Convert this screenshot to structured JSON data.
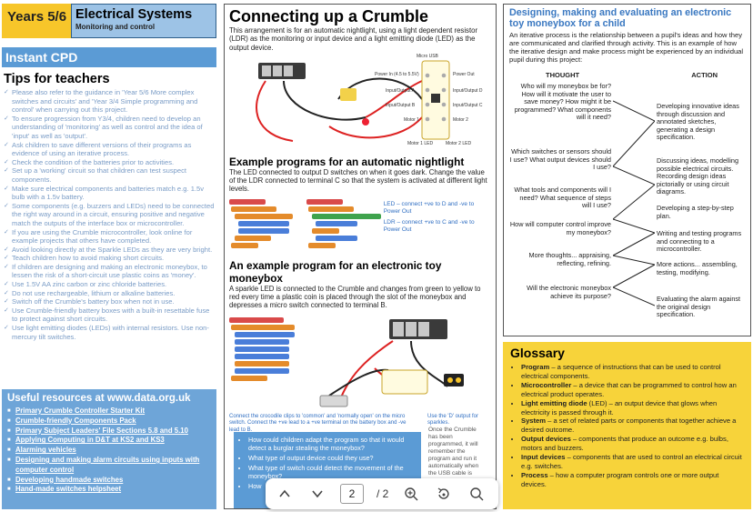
{
  "header": {
    "years": "Years 5/6",
    "title": "Electrical Systems",
    "subtitle": "Monitoring and control"
  },
  "instant_cpd": "Instant CPD",
  "tips": {
    "heading": "Tips for teachers",
    "items": [
      "Please also refer to the guidance in 'Year 5/6 More complex switches and circuits' and 'Year 3/4 Simple programming and control' when carrying out this project.",
      "To ensure progression from Y3/4, children need to develop an understanding of 'monitoring' as well as control and the idea of 'input' as well as 'output'.",
      "Ask children to save different versions of their programs as evidence of using an iterative process.",
      "Check the condition of the batteries prior to activities.",
      "Set up a 'working' circuit so that children can test suspect components.",
      "Make sure electrical components and batteries match e.g. 1.5v bulb with a 1.5v battery.",
      "Some components (e.g. buzzers and LEDs) need to be connected the right way around in a circuit, ensuring positive and negative match the outputs of the interface box or microcontroller.",
      "If you are using the Crumble microcontroller, look online for example projects that others have completed.",
      "Avoid looking directly at the Sparkle LEDs as they are very bright.",
      "Teach children how to avoid making short circuits.",
      "If children are designing and making an electronic moneybox, to lessen the risk of a short-circuit use plastic coins as 'money'.",
      "Use 1.5V AA zinc carbon or zinc chloride batteries.",
      "Do not use rechargeable, lithium or alkaline batteries.",
      "Switch off the Crumble's battery box when not in use.",
      "Use Crumble-friendly battery boxes with a built-in resettable fuse to protect against short circuits.",
      "Use light emitting diodes (LEDs) with internal resistors. Use non-mercury tilt switches."
    ]
  },
  "resources": {
    "heading": "Useful resources at www.data.org.uk",
    "links": [
      "Primary Crumble Controller Starter Kit",
      "Crumble-friendly Components Pack",
      "Primary Subject Leaders' File Sections 5.8 and 5.10",
      "Applying Computing in D&T at KS2 and KS3",
      "Alarming vehicles",
      "Designing and making alarm circuits using inputs with computer control",
      "Developing handmade switches",
      "Hand-made switches helpsheet"
    ]
  },
  "middle": {
    "title": "Connecting up a Crumble",
    "intro": "This arrangement is for an automatic nightlight, using a light dependent resistor (LDR) as the monitoring or input device and a light emitting diode (LED) as the output device.",
    "board_labels": {
      "usb": "Micro USB",
      "power_in": "Power In (4.5 to 5.5V)",
      "power_out": "Power Out",
      "in_out_a": "Input/Output A",
      "in_out_b": "Input/Output B",
      "in_out_c": "Input/Output C",
      "in_out_d": "Input/Output D",
      "motor1": "Motor 1",
      "motor2": "Motor 2",
      "motor1_led": "Motor 1 LED",
      "motor2_led": "Motor 2 LED"
    },
    "nightlight_heading": "Example programs for an automatic nightlight",
    "nightlight_text": "The LED connected to output D switches on when it goes dark. Change the value of the LDR connected to terminal C so that the system is activated at different light levels.",
    "led_note": "LED – connect +ve to D and -ve to Power Out",
    "ldr_note": "LDR – connect +ve to C and -ve to Power Out",
    "moneybox_heading": "An example program for an electronic toy moneybox",
    "moneybox_text": "A sparkle LED is connected to the Crumble and changes from green to yellow to red every time a plastic coin is placed through the slot of the moneybox and depresses a micro switch connected to terminal B.",
    "caption_left": "Connect the crocodile clips to 'common' and 'normally open' on the micro switch. Connect the +ve lead to a +ve terminal on the battery box and -ve lead to B.",
    "caption_right": "Use the 'D' output for sparkles.",
    "questions": [
      "How could children adapt the program so that it would detect a burglar stealing the moneybox?",
      "What type of output device could they use?",
      "What type of switch could detect the movement of the moneybox?",
      "How"
    ],
    "side_note": "Once the Crumble has been programmed, it will remember the program and run it automatically when the USB cable is"
  },
  "right": {
    "title": "Designing, making and evaluating an electronic toy moneybox for a child",
    "intro": "An iterative process is the relationship between a pupil's ideas and how they are communicated and clarified through activity. This is an example of how the iterative design and make process might be experienced by an individual pupil during this project:",
    "thought_header": "THOUGHT",
    "action_header": "ACTION",
    "thoughts": [
      "Who will my moneybox be for? How will it motivate the user to save money? How might it be programmed? What components will it need?",
      "Which switches or sensors should I use? What output devices should I use?",
      "What tools and components will I need? What sequence of steps will I use?",
      "How will computer control improve my moneybox?",
      "More thoughts... appraising, reflecting, refining.",
      "Will the electronic moneybox achieve its purpose?"
    ],
    "actions": [
      "Developing innovative ideas through discussion and annotated sketches, generating a design specification.",
      "Discussing ideas, modelling possible electrical circuits. Recording design ideas pictorially or using circuit diagrams.",
      "Developing a step-by-step plan.",
      "Writing and testing programs and connecting to a microcontroller.",
      "More actions... assembling, testing, modifying.",
      "Evaluating the alarm against the original design specification."
    ]
  },
  "glossary": {
    "heading": "Glossary",
    "items": [
      {
        "term": "Program",
        "def": " – a sequence of instructions that can be used to control electrical components."
      },
      {
        "term": "Microcontroller",
        "def": " – a device that can be programmed to control how an electrical product operates."
      },
      {
        "term": "Light emitting diode",
        "def": " (LED) – an output device that glows when electricity is passed through it."
      },
      {
        "term": "System",
        "def": " – a set of related parts or components that together achieve a desired outcome."
      },
      {
        "term": "Output devices",
        "def": " – components that produce an outcome e.g. bulbs, motors and buzzers."
      },
      {
        "term": "Input devices",
        "def": " – components that are used to control an electrical circuit e.g. switches."
      },
      {
        "term": "Process",
        "def": " – how a computer program controls one or more output devices."
      }
    ]
  },
  "toolbar": {
    "page_current": "2",
    "page_total": "/ 2",
    "icons": [
      "chevron-up-icon",
      "chevron-down-icon",
      "zoom-in-icon",
      "rotate-icon",
      "search-icon"
    ]
  }
}
